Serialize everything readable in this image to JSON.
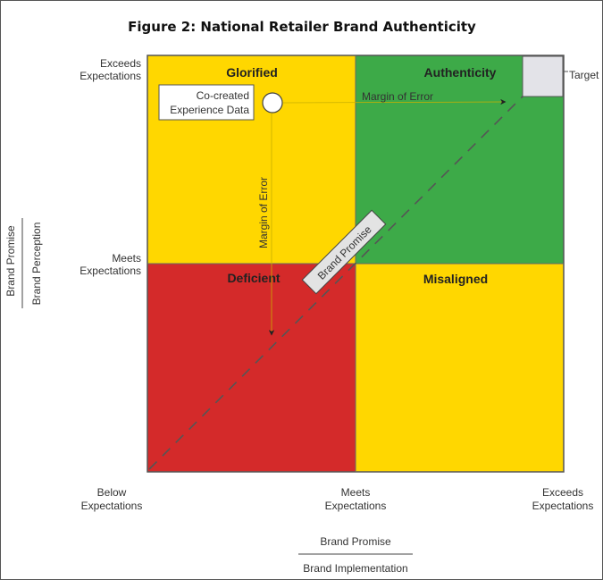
{
  "title": "Figure 2: National Retailer Brand Authenticity",
  "colors": {
    "yellow": "#FFD700",
    "green": "#3DAA48",
    "red": "#D42A2A",
    "target": "#E3E3E8"
  },
  "quadrants": {
    "top_left": "Glorified",
    "top_right": "Authenticity",
    "bottom_left": "Deficient",
    "bottom_right": "Misaligned"
  },
  "y_ticks": {
    "top": [
      "Exceeds",
      "Expectations"
    ],
    "middle": [
      "Meets",
      "Expectations"
    ]
  },
  "x_ticks": {
    "left": [
      "Below",
      "Expectations"
    ],
    "middle": [
      "Meets",
      "Expectations"
    ],
    "right": [
      "Exceeds",
      "Expectations"
    ]
  },
  "y_axis": {
    "numerator": "Brand Promise",
    "denominator": "Brand Perception"
  },
  "x_axis": {
    "numerator": "Brand Promise",
    "denominator": "Brand Implementation"
  },
  "data_point_label": [
    "Co-created",
    "Experience Data"
  ],
  "target_label": "Target",
  "margin_h": "Margin of Error",
  "margin_v": "Margin of Error",
  "diagonal_label": "Brand Promise"
}
